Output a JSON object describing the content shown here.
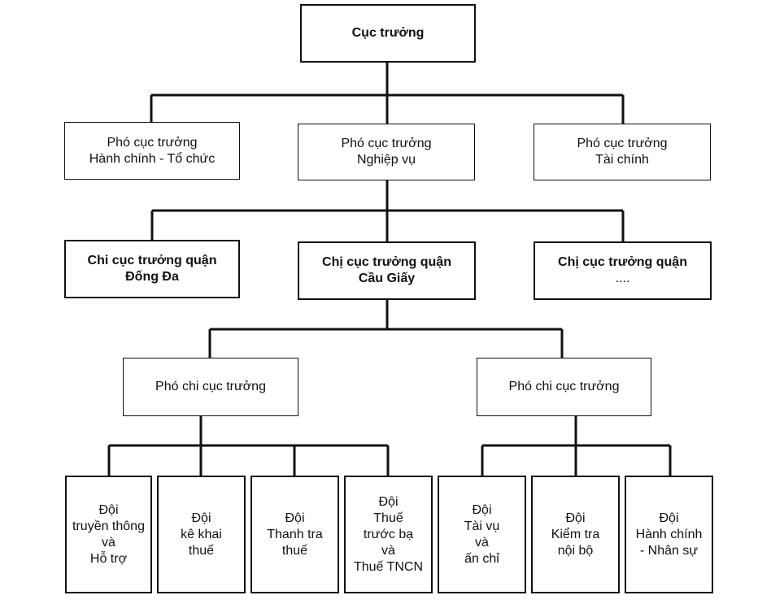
{
  "nodes": {
    "director": [
      "Cục trưởng"
    ],
    "deputy_admin": [
      "Phó cục trưởng",
      "Hành chính - Tổ chức"
    ],
    "deputy_ops": [
      "Phó cục trưởng",
      "Nghiệp vụ"
    ],
    "deputy_finance": [
      "Phó cục trưởng",
      "Tài chính"
    ],
    "branch_dongda": [
      "Chi cục trưởng quận",
      "Đống Đa"
    ],
    "branch_caugiay": [
      "Chị cục trưởng quận",
      "Cầu Giấy"
    ],
    "branch_other": [
      "Chị cục trưởng quận",
      "...."
    ],
    "vice_branch_left": [
      "Phó chi cục trưởng"
    ],
    "vice_branch_right": [
      "Phó chi cục trưởng"
    ],
    "team_comm": [
      "Đội",
      "truyền thông",
      "và",
      "Hỗ trợ"
    ],
    "team_declare": [
      "Đội",
      "kê khai",
      "thuế"
    ],
    "team_inspect": [
      "Đội",
      "Thanh tra",
      "thuế"
    ],
    "team_registration": [
      "Đội",
      "Thuế",
      "trước bạ",
      "và",
      "Thuế TNCN"
    ],
    "team_finance": [
      "Đội",
      "Tài vụ",
      "và",
      "ấn chỉ"
    ],
    "team_audit": [
      "Đội",
      "Kiểm tra",
      "nội bộ"
    ],
    "team_hr": [
      "Đội",
      "Hành chính",
      "- Nhân sự"
    ]
  },
  "colors": {
    "line": "#111111",
    "box_border": "#111111",
    "background": "#ffffff"
  }
}
